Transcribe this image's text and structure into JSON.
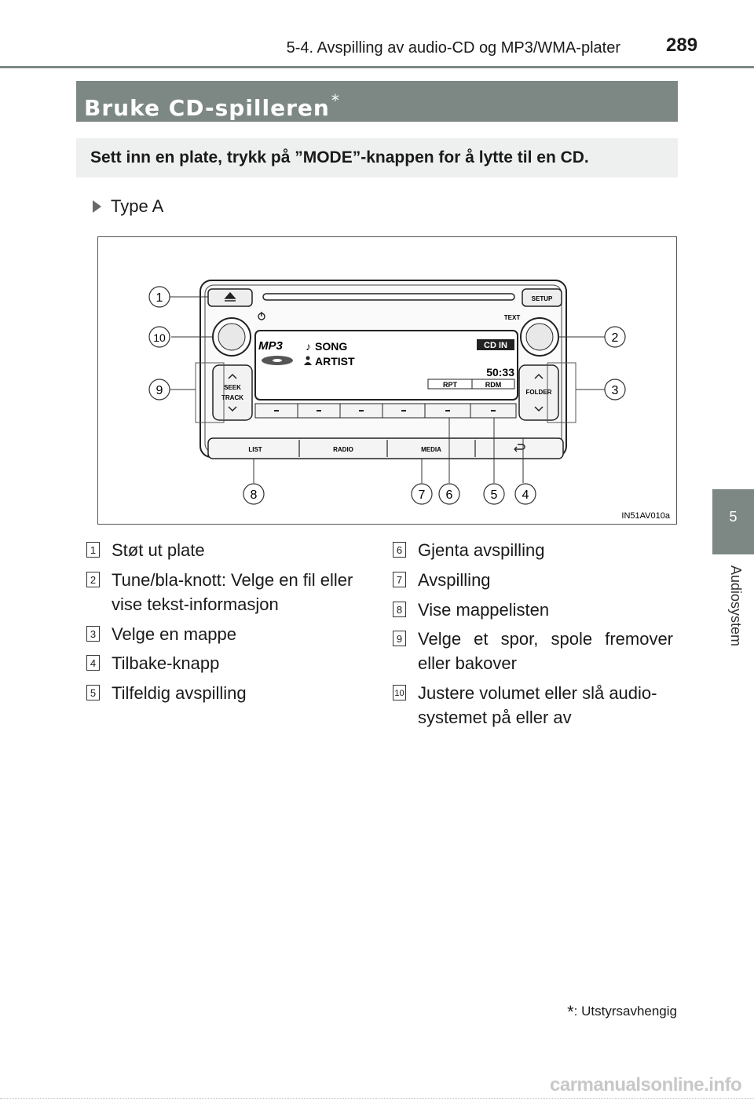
{
  "header": {
    "section": "5-4. Avspilling av audio-CD og MP3/WMA-plater",
    "page_number": "289"
  },
  "title": "Bruke CD-spilleren",
  "title_mark": "*",
  "instruction": "Sett inn en plate, trykk på ”MODE”-knappen for å lytte til en CD.",
  "type_label": "Type A",
  "side_tab": {
    "number": "5",
    "label": "Audiosystem"
  },
  "figure": {
    "code": "IN51AV010a",
    "display": {
      "mp3": "MP3",
      "song": "SONG",
      "artist": "ARTIST",
      "cd_in": "CD IN",
      "time": "50:33",
      "rpt": "RPT",
      "rdm": "RDM"
    },
    "panel": {
      "setup": "SETUP",
      "text": "TEXT",
      "seek": "SEEK",
      "track": "TRACK",
      "folder": "FOLDER",
      "list": "LIST",
      "radio": "RADIO",
      "media": "MEDIA"
    },
    "callouts": [
      "1",
      "2",
      "3",
      "4",
      "5",
      "6",
      "7",
      "8",
      "9",
      "10"
    ]
  },
  "legend_left": [
    {
      "num": "1",
      "line1": "Støt ut plate",
      "line2": ""
    },
    {
      "num": "2",
      "line1": "Tune/bla-knott: Velge en fil eller",
      "line2": "vise tekst-informasjon"
    },
    {
      "num": "3",
      "line1": "Velge en mappe",
      "line2": ""
    },
    {
      "num": "4",
      "line1": "Tilbake-knapp",
      "line2": ""
    },
    {
      "num": "5",
      "line1": "Tilfeldig avspilling",
      "line2": ""
    }
  ],
  "legend_right": [
    {
      "num": "6",
      "line1": "Gjenta avspilling",
      "line2": ""
    },
    {
      "num": "7",
      "line1": "Avspilling",
      "line2": ""
    },
    {
      "num": "8",
      "line1": "Vise mappelisten",
      "line2": ""
    },
    {
      "num": "9",
      "line1": "Velge et spor, spole fremover",
      "line2": "eller bakover"
    },
    {
      "num": "10",
      "line1": "Justere volumet eller slå audio-",
      "line2": "systemet på eller av"
    }
  ],
  "footnote": {
    "mark": "*",
    "text": ": Utstyrsavhengig"
  },
  "watermark": "carmanualsonline.info"
}
